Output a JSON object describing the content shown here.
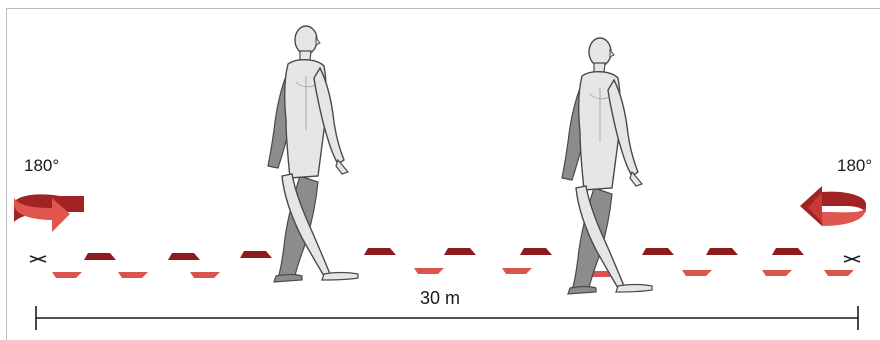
{
  "labels": {
    "turn_left": "180°",
    "turn_right": "180°",
    "distance": "30 m"
  },
  "colors": {
    "footprint_dark": "#8e1b1b",
    "footprint_light": "#d9534f",
    "arrow_light": "#e0554f",
    "arrow_dark": "#a12323",
    "figure_fill": "#e6e6e6",
    "figure_shadow": "#8c8c8c",
    "figure_stroke": "#4a4a4a"
  },
  "icons": [
    "turn-arrow-icon",
    "walking-person-icon",
    "footprint-icon",
    "cross-marker-icon"
  ]
}
